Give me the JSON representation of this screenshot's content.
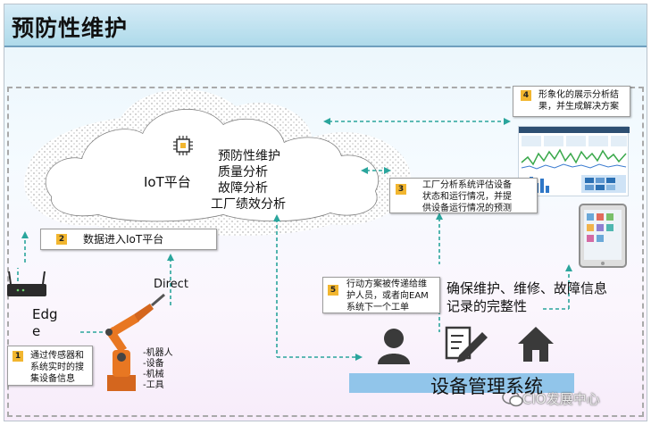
{
  "title": "预防性维护",
  "cloud": {
    "label": "IoT平台",
    "functions": [
      "预防性维护",
      "质量分析",
      "故障分析",
      "工厂绩效分析"
    ]
  },
  "steps": [
    {
      "num": "1",
      "lines": [
        "通过传感器和",
        "系统实时的搜",
        "集设备信息"
      ]
    },
    {
      "num": "2",
      "lines": [
        "数据进入IoT平台"
      ]
    },
    {
      "num": "3",
      "lines": [
        "工厂分析系统评估设备",
        "状态和运行情况，并提",
        "供设备运行情况的预测"
      ]
    },
    {
      "num": "4",
      "lines": [
        "形象化的展示分析结",
        "果，并生成解决方案"
      ]
    },
    {
      "num": "5",
      "lines": [
        "行动方案被传递给维",
        "护人员，或者向EAM",
        "系统下一个工单"
      ]
    }
  ],
  "edge_label": [
    "Edg",
    "e"
  ],
  "direct_label": "Direct",
  "robot_list": [
    "-机器人",
    "-设备",
    "-机械",
    "-工具"
  ],
  "assurance_text": [
    "确保维护、维修、故障信息",
    "记录的完整性"
  ],
  "system_label": "设备管理系统",
  "watermark": "CIO发展中心",
  "colors": {
    "arrow": "#2aa59c",
    "badge": "#f2b62f",
    "system_bar": "#91c5ea",
    "title_bar": "#aedaea"
  },
  "icons": [
    "chip-icon",
    "router-icon",
    "robot-arm-icon",
    "person-icon",
    "document-edit-icon",
    "house-icon",
    "dashboard-screenshot",
    "tablet-icon",
    "wechat-icon"
  ]
}
